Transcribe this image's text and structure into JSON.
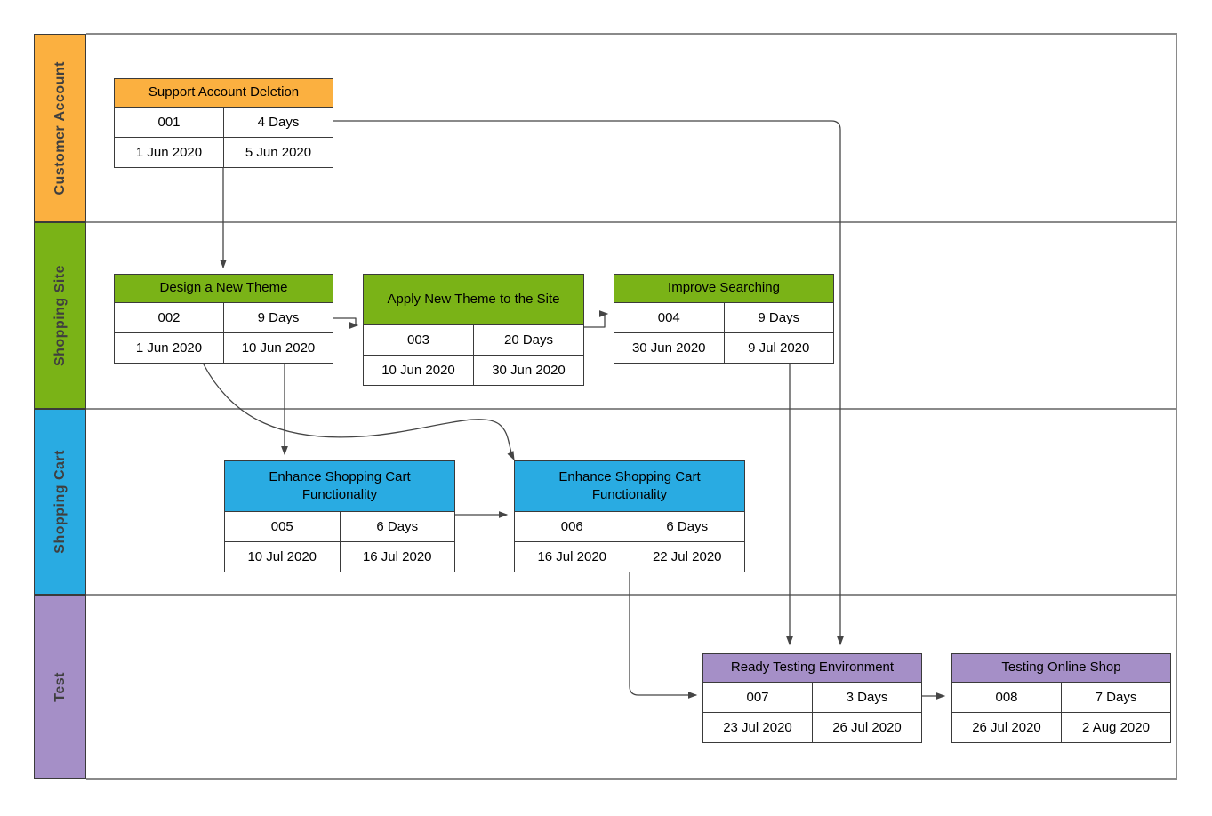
{
  "diagram": {
    "type": "swimlane-task-network",
    "accent_border": "#3a3a3a",
    "lane_line_color": "#8a8a8a",
    "connector_color": "#454545"
  },
  "lanes": [
    {
      "label": "Customer Account",
      "color": "#FBB040"
    },
    {
      "label": "Shopping Site",
      "color": "#7AB317"
    },
    {
      "label": "Shopping Cart",
      "color": "#29ABE2"
    },
    {
      "label": "Test",
      "color": "#A58FC7"
    }
  ],
  "tasks": [
    {
      "id": "001",
      "title": "Support Account Deletion",
      "duration": "4 Days",
      "start": "1 Jun 2020",
      "end": "5 Jun 2020",
      "lane": "Customer Account",
      "color": "#FBB040"
    },
    {
      "id": "002",
      "title": "Design a New Theme",
      "duration": "9 Days",
      "start": "1 Jun 2020",
      "end": "10 Jun 2020",
      "lane": "Shopping Site",
      "color": "#7AB317"
    },
    {
      "id": "003",
      "title": "Apply New Theme to the Site",
      "duration": "20 Days",
      "start": "10 Jun 2020",
      "end": "30 Jun 2020",
      "lane": "Shopping Site",
      "color": "#7AB317"
    },
    {
      "id": "004",
      "title": "Improve Searching",
      "duration": "9 Days",
      "start": "30 Jun 2020",
      "end": "9 Jul 2020",
      "lane": "Shopping Site",
      "color": "#7AB317"
    },
    {
      "id": "005",
      "title": "Enhance Shopping Cart Functionality",
      "duration": "6 Days",
      "start": "10 Jul 2020",
      "end": "16 Jul 2020",
      "lane": "Shopping Cart",
      "color": "#29ABE2"
    },
    {
      "id": "006",
      "title": "Enhance Shopping Cart Functionality",
      "duration": "6 Days",
      "start": "16 Jul 2020",
      "end": "22 Jul 2020",
      "lane": "Shopping Cart",
      "color": "#29ABE2"
    },
    {
      "id": "007",
      "title": "Ready Testing Environment",
      "duration": "3 Days",
      "start": "23 Jul 2020",
      "end": "26 Jul 2020",
      "lane": "Test",
      "color": "#A58FC7"
    },
    {
      "id": "008",
      "title": "Testing Online Shop",
      "duration": "7 Days",
      "start": "26 Jul 2020",
      "end": "2 Aug 2020",
      "lane": "Test",
      "color": "#A58FC7"
    }
  ],
  "connections": [
    {
      "from": "001",
      "to": "002"
    },
    {
      "from": "001",
      "to": "007"
    },
    {
      "from": "002",
      "to": "003"
    },
    {
      "from": "002",
      "to": "005"
    },
    {
      "from": "002",
      "to": "006"
    },
    {
      "from": "003",
      "to": "004"
    },
    {
      "from": "004",
      "to": "007"
    },
    {
      "from": "005",
      "to": "006"
    },
    {
      "from": "006",
      "to": "007"
    },
    {
      "from": "007",
      "to": "008"
    }
  ]
}
